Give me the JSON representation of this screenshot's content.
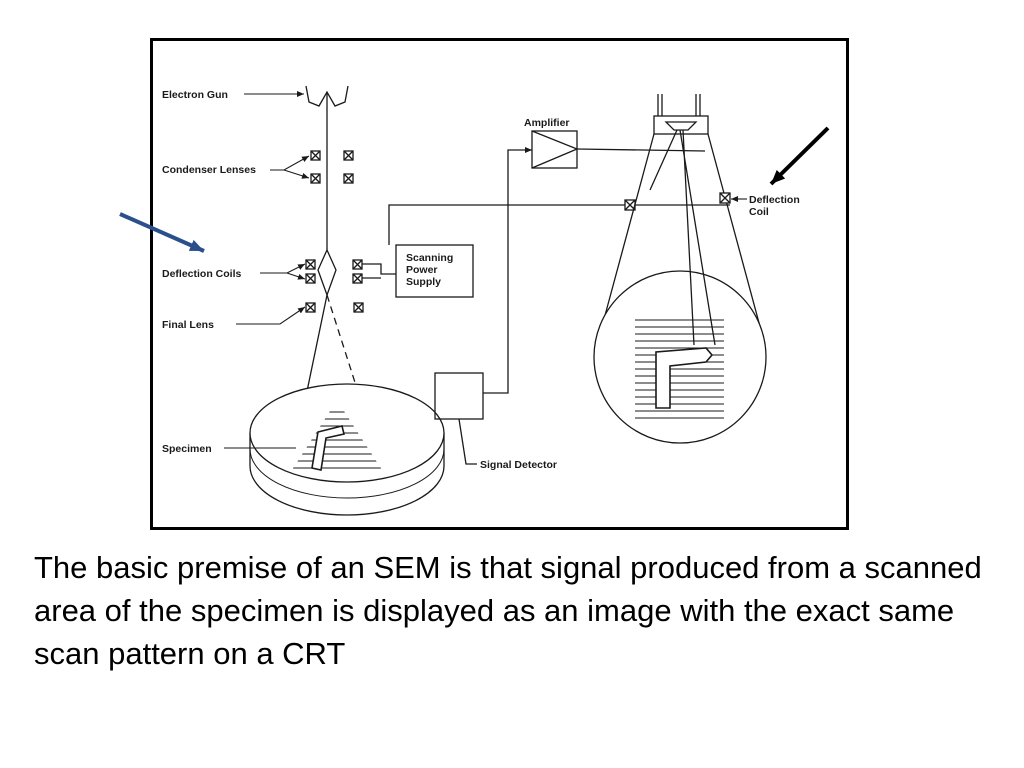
{
  "diagram": {
    "labels": {
      "electron_gun": "Electron Gun",
      "condenser_lenses": "Condenser Lenses",
      "deflection_coils": "Deflection Coils",
      "final_lens": "Final Lens",
      "specimen": "Specimen",
      "scanning_power_supply": [
        "Scanning",
        "Power",
        "Supply"
      ],
      "amplifier": "Amplifier",
      "signal_detector": "Signal Detector",
      "deflection_coil_crt": [
        "Deflection",
        "Coil"
      ]
    },
    "colors": {
      "line": "#1a1a1a",
      "blue_arrow": "#2a4f8c",
      "black_arrow": "#000000"
    }
  },
  "caption": "The basic premise of an SEM is that signal produced from a scanned area of the specimen is displayed as an image with the exact same scan pattern on a CRT"
}
